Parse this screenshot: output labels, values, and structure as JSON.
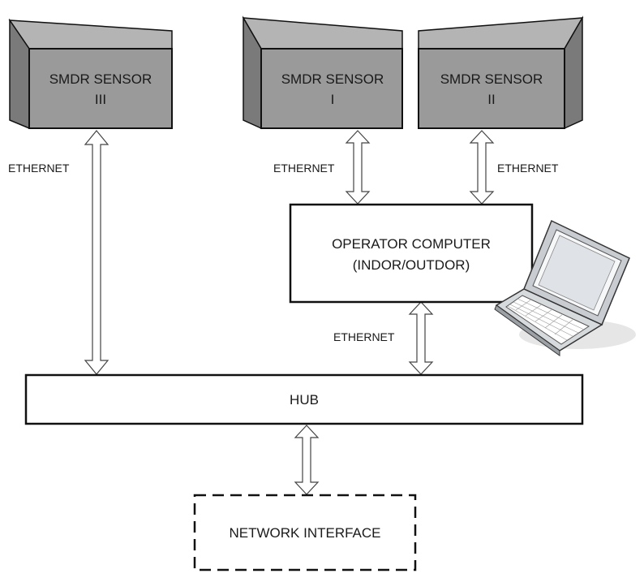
{
  "sensors": {
    "s3": {
      "line1": "SMDR SENSOR",
      "line2": "III"
    },
    "s1": {
      "line1": "SMDR SENSOR",
      "line2": "I"
    },
    "s2": {
      "line1": "SMDR SENSOR",
      "line2": "II"
    }
  },
  "links": {
    "s3_hub": "ETHERNET",
    "s1_comp": "ETHERNET",
    "s2_comp": "ETHERNET",
    "comp_hub": "ETHERNET"
  },
  "operator_computer": {
    "line1": "OPERATOR COMPUTER",
    "line2": "(INDOR/OUTDOR)"
  },
  "hub": {
    "label": "HUB"
  },
  "network_interface": {
    "label": "NETWORK INTERFACE"
  },
  "colors": {
    "sensor_front": "#9a9a9a",
    "sensor_side": "#7a7a7a",
    "sensor_top": "#b4b4b4",
    "outline": "#111111"
  }
}
